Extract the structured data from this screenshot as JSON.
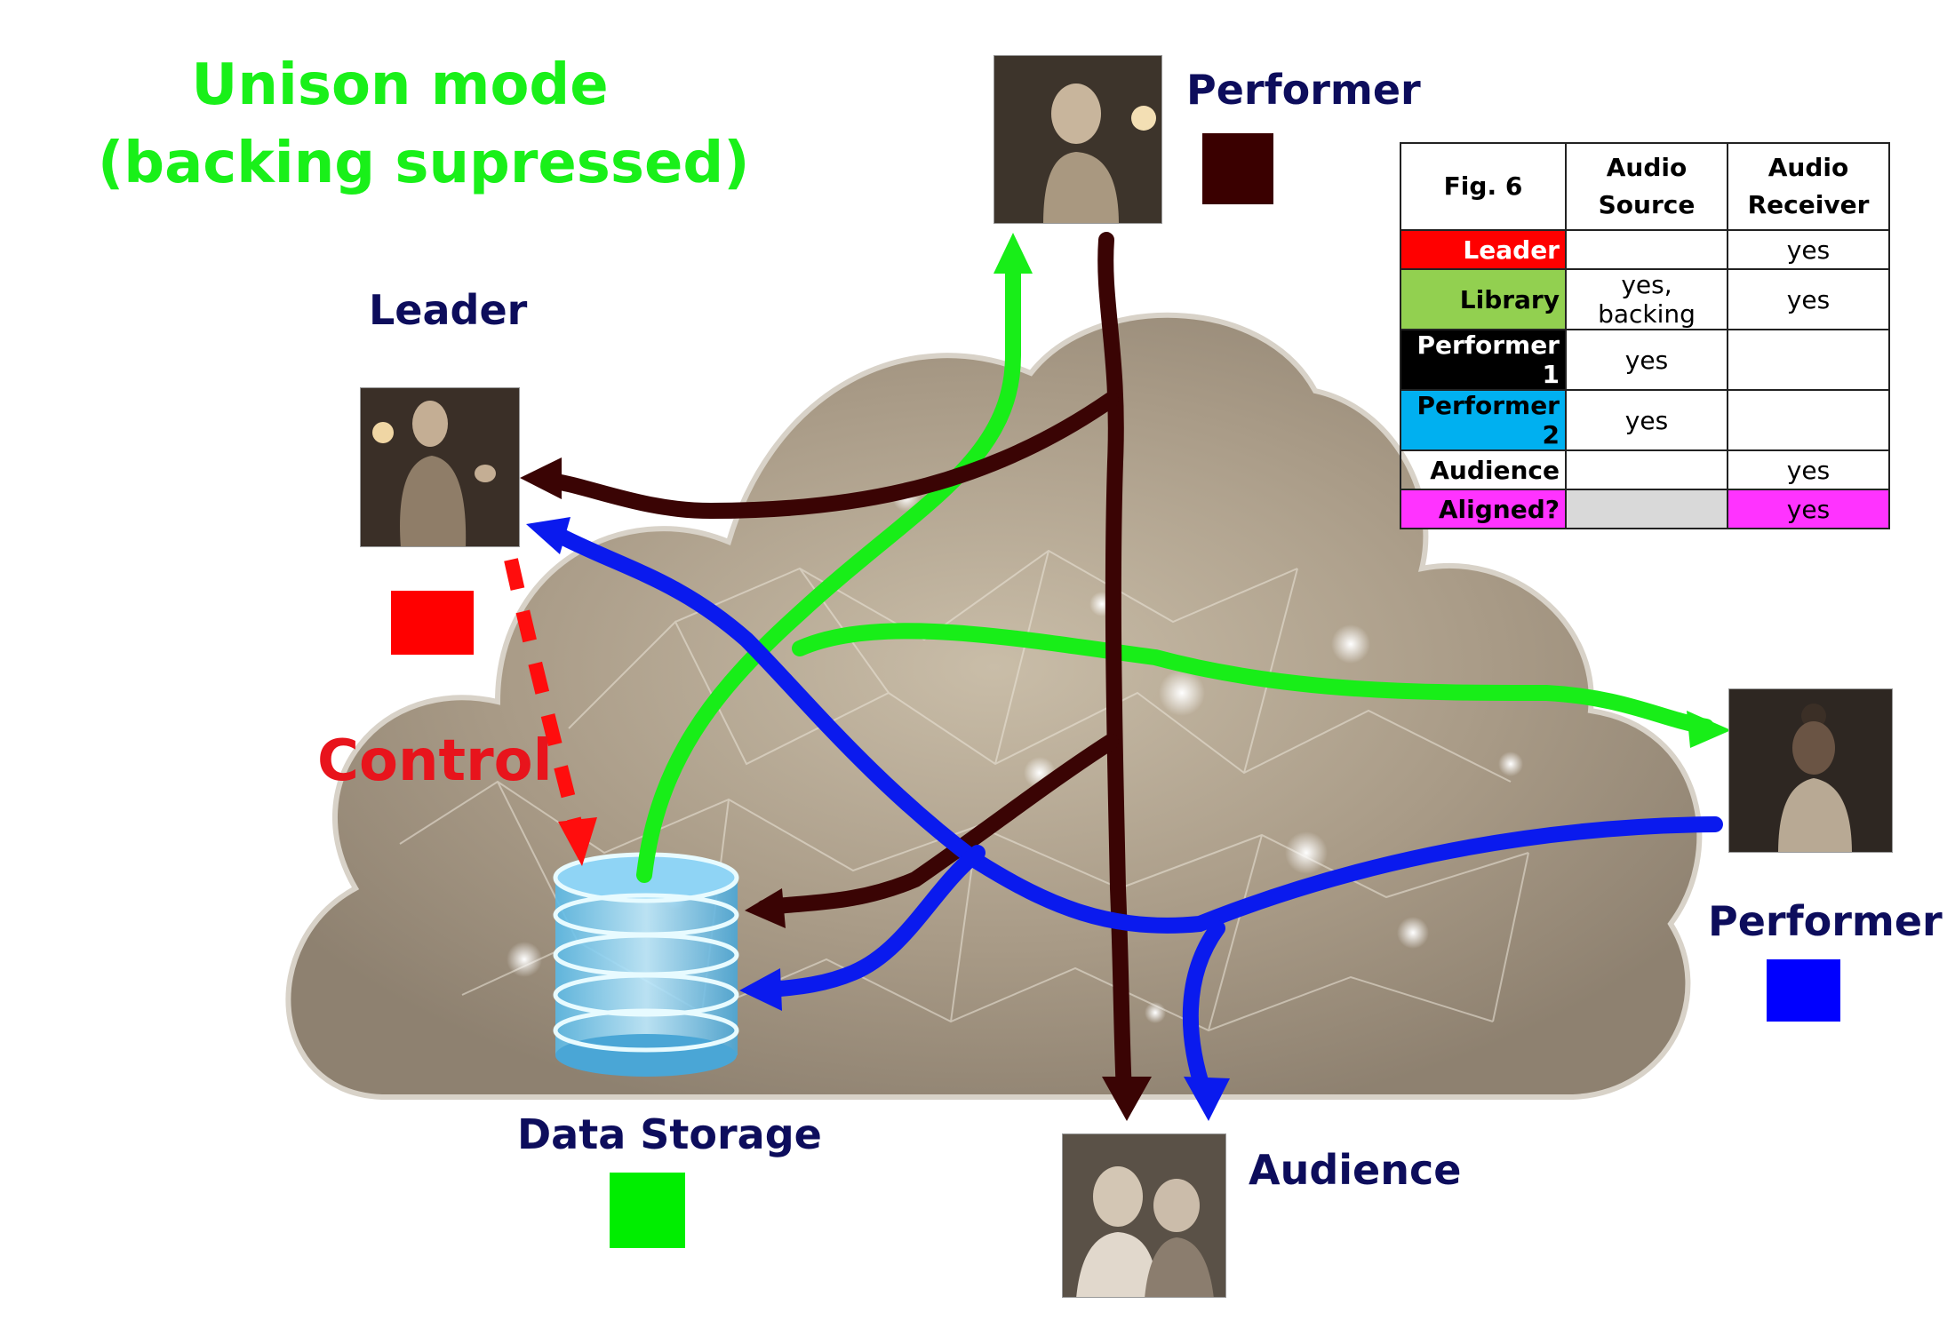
{
  "title": {
    "line1": "Unison mode",
    "line2": "(backing supressed)"
  },
  "labels": {
    "performer_top": "Performer",
    "leader": "Leader",
    "control": "Control",
    "data_storage": "Data Storage",
    "audience": "Audience",
    "performer_right": "Performer"
  },
  "colors": {
    "leader": "#ff0000",
    "performer_top": "#3a0000",
    "data_storage": "#00ee00",
    "performer_right": "#0000ff",
    "library_cell": "#92d050",
    "performer2_cell": "#00b0f0",
    "aligned_cell": "#ff33ff",
    "grey_cell": "#d9d9d9"
  },
  "table": {
    "header": [
      "Fig. 6",
      "Audio Source",
      "Audio Receiver"
    ],
    "rows": [
      {
        "name": "Leader",
        "source": "",
        "receiver": "yes"
      },
      {
        "name": "Library",
        "source": "yes, backing",
        "receiver": "yes"
      },
      {
        "name": "Performer 1",
        "source": "yes",
        "receiver": ""
      },
      {
        "name": "Performer 2",
        "source": "yes",
        "receiver": ""
      },
      {
        "name": "Audience",
        "source": "",
        "receiver": "yes"
      },
      {
        "name": "Aligned?",
        "source": "",
        "receiver": "yes"
      }
    ]
  }
}
